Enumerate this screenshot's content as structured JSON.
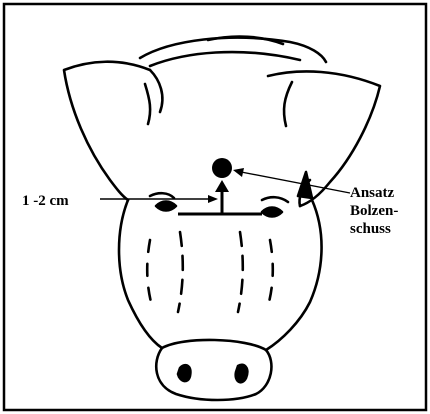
{
  "labels": {
    "distance": "1 -2 cm",
    "target_line1": "Ansatz",
    "target_line2": "Bolzen-",
    "target_line3": "schuss"
  },
  "colors": {
    "ink": "#000000",
    "background": "#ffffff"
  }
}
